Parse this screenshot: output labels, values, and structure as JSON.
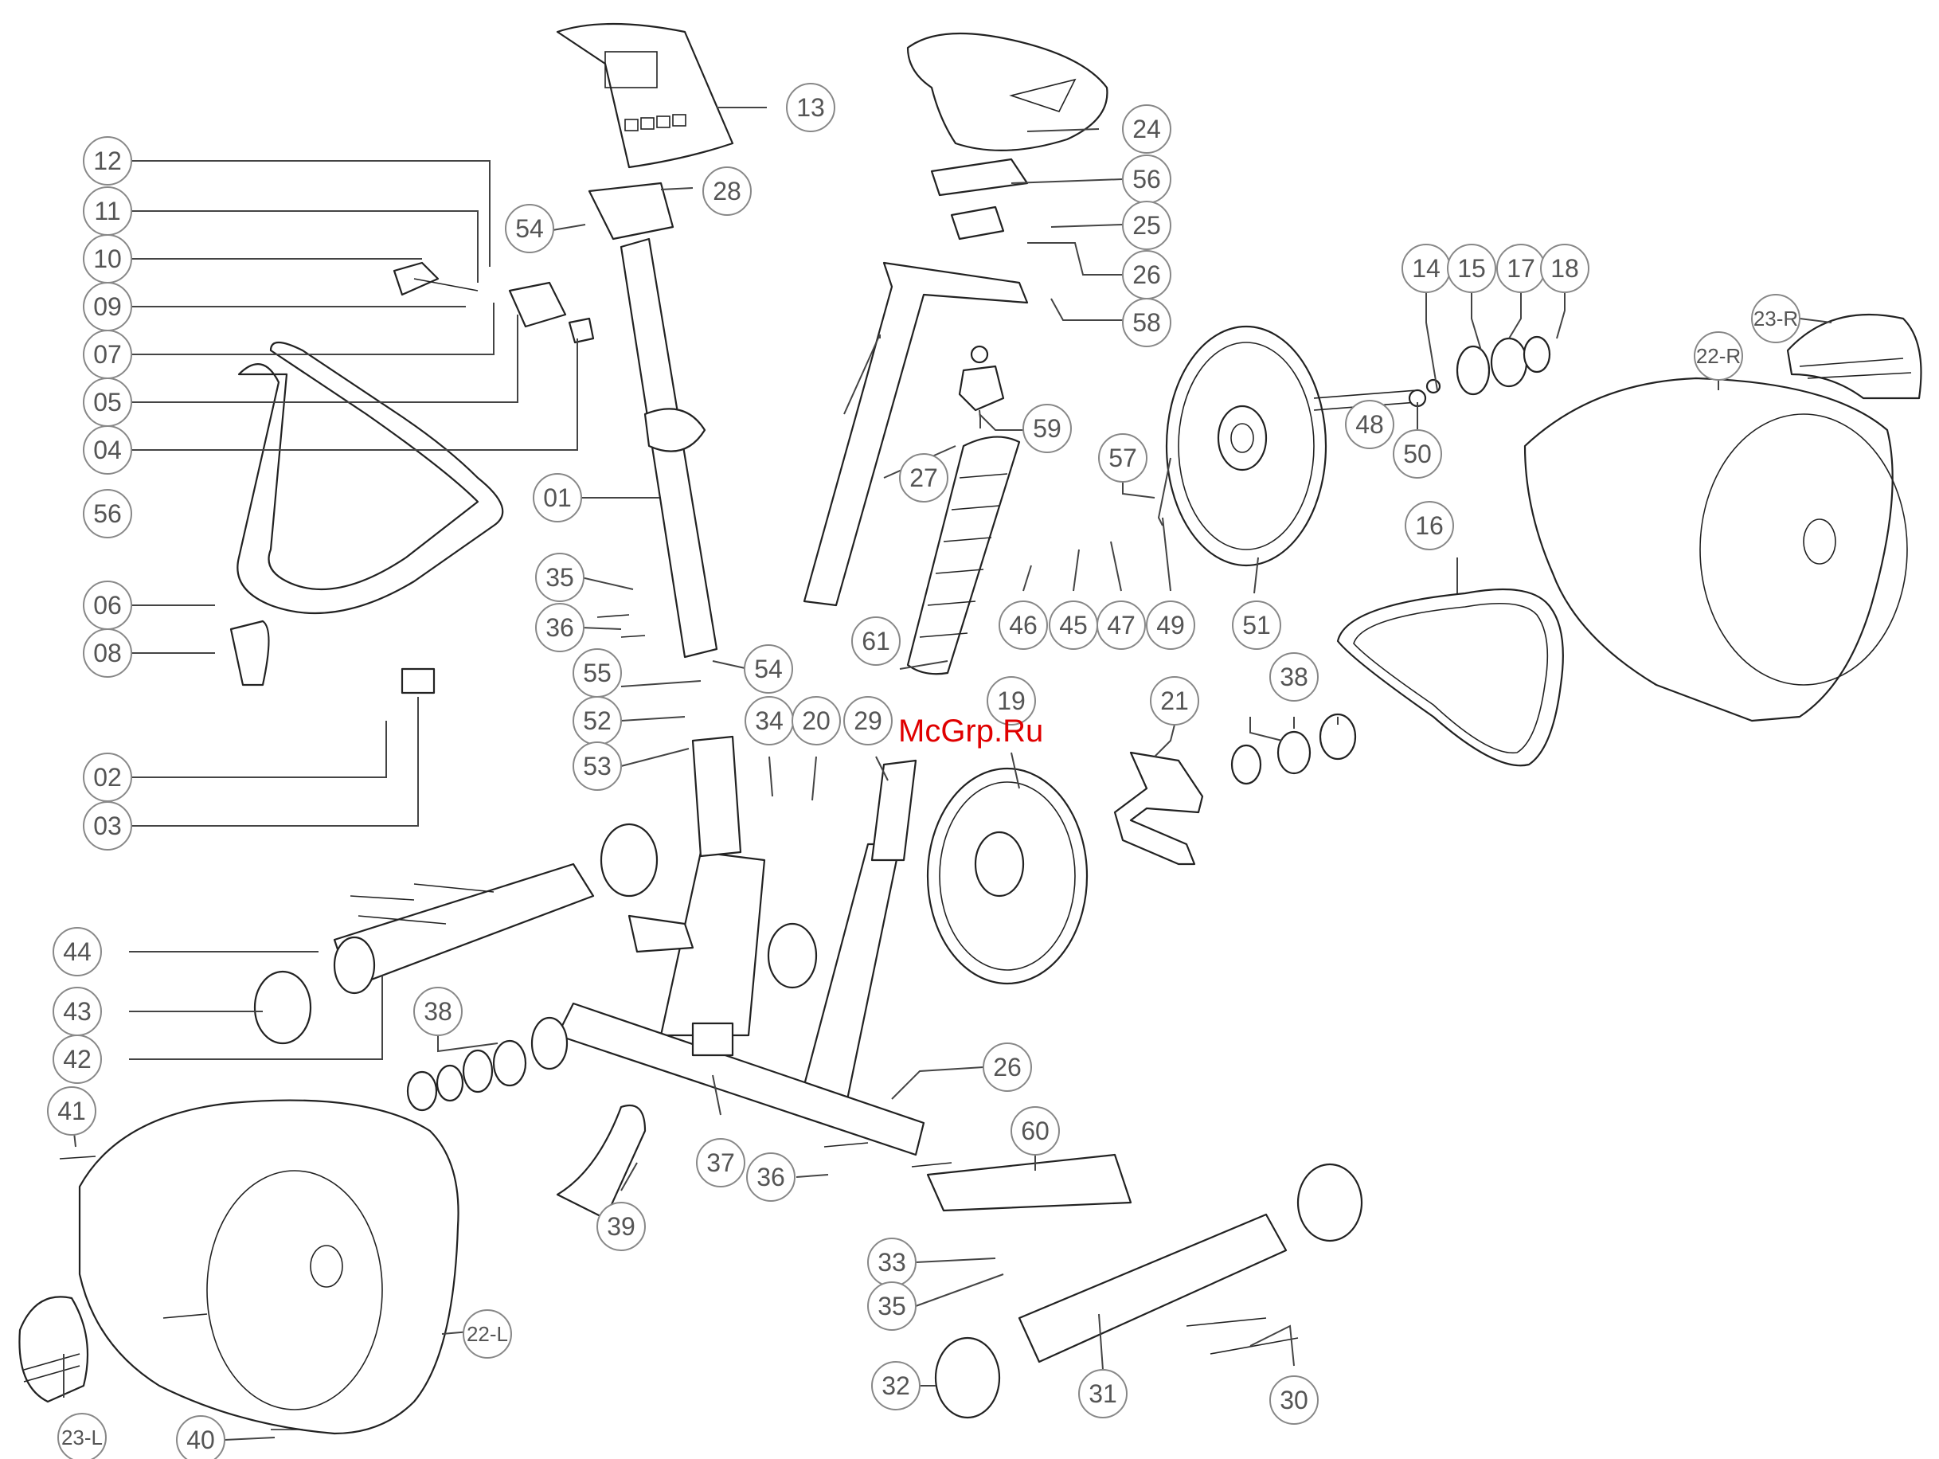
{
  "watermark": "McGrp.Ru",
  "callouts": [
    "13",
    "24",
    "56",
    "25",
    "26",
    "58",
    "28",
    "54",
    "12",
    "11",
    "10",
    "09",
    "07",
    "05",
    "04",
    "14",
    "15",
    "17",
    "18",
    "23-R",
    "22-R",
    "59",
    "57",
    "48",
    "50",
    "27",
    "01",
    "56",
    "06",
    "08",
    "35",
    "36",
    "46",
    "45",
    "47",
    "49",
    "51",
    "16",
    "61",
    "55",
    "54",
    "52",
    "53",
    "34",
    "20",
    "29",
    "19",
    "21",
    "38",
    "02",
    "03",
    "44",
    "43",
    "42",
    "38",
    "41",
    "37",
    "26",
    "60",
    "36",
    "39",
    "33",
    "35",
    "22-L",
    "23-L",
    "40",
    "32",
    "31",
    "30"
  ]
}
